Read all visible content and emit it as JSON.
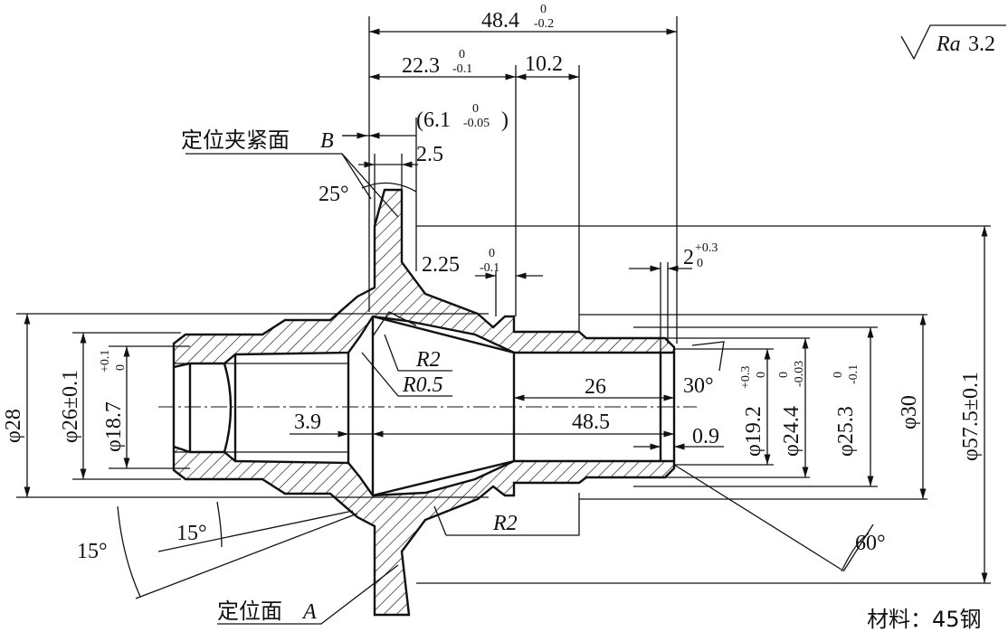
{
  "surface_roughness": {
    "label": "Ra",
    "value": "3.2"
  },
  "material": "材料：45钢",
  "labels": {
    "clamp_face": "定位夹紧面",
    "clamp_face_letter": "B",
    "locate_face": "定位面",
    "locate_face_letter": "A"
  },
  "dimensions": {
    "overall_length": {
      "base": "48.4",
      "upper": "0",
      "lower": "-0.2"
    },
    "len_22_3": {
      "base": "22.3",
      "upper": "0",
      "lower": "-0.1"
    },
    "len_10_2": "10.2",
    "len_6_1": {
      "open": "(6.1",
      "upper": "0",
      "lower": "-0.05",
      "close": ")"
    },
    "len_2_5": "2.5",
    "len_2_25": {
      "base": "2.25",
      "upper": "0",
      "lower": "-0.1"
    },
    "len_2": {
      "base": "2",
      "upper": "+0.3",
      "lower": "0"
    },
    "len_26": "26",
    "len_48_5": "48.5",
    "len_3_9": "3.9",
    "len_0_9": "0.9",
    "angle_25": "25°",
    "angle_30": "30°",
    "angle_60": "60°",
    "angle_15_inner": "15°",
    "angle_15_outer": "15°",
    "radius_r2_top": "R2",
    "radius_r05": "R0.5",
    "radius_r2_bottom": "R2",
    "dia_28": "φ28",
    "dia_26": "φ26±0.1",
    "dia_18_7": {
      "base": "φ18.7",
      "upper": "+0.1",
      "lower": "0"
    },
    "dia_19_2": {
      "base": "φ19.2",
      "upper": "+0.3",
      "lower": "0"
    },
    "dia_24_4": {
      "base": "φ24.4",
      "upper": "0",
      "lower": "-0.03"
    },
    "dia_25_3": {
      "base": "φ25.3",
      "upper": "0",
      "lower": "-0.1"
    },
    "dia_30": "φ30",
    "dia_57_5": "φ57.5±0.1"
  }
}
